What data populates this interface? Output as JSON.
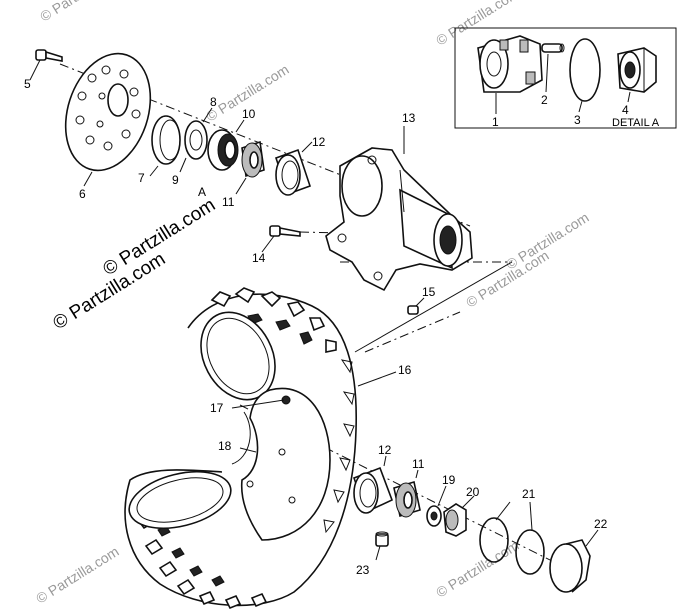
{
  "watermarks": {
    "main": "© Partzilla.com",
    "faint": "© Partzilla.com"
  },
  "detail_box": {
    "title": "DETAIL A",
    "parts": [
      "1",
      "2",
      "3",
      "4"
    ]
  },
  "callouts": {
    "p1": "1",
    "p2": "2",
    "p3": "3",
    "p4": "4",
    "p5": "5",
    "p6": "6",
    "p7": "7",
    "p8": "8",
    "p9": "9",
    "p10": "10",
    "pA": "A",
    "p11a": "11",
    "p12a": "12",
    "p13": "13",
    "p14": "14",
    "p15": "15",
    "p16": "16",
    "p17": "17",
    "p18": "18",
    "p12b": "12",
    "p11b": "11",
    "p19": "19",
    "p20": "20",
    "p21": "21",
    "p22": "22",
    "p23": "23"
  },
  "colors": {
    "ink": "#111111",
    "watermark": "#9a9a9a"
  }
}
